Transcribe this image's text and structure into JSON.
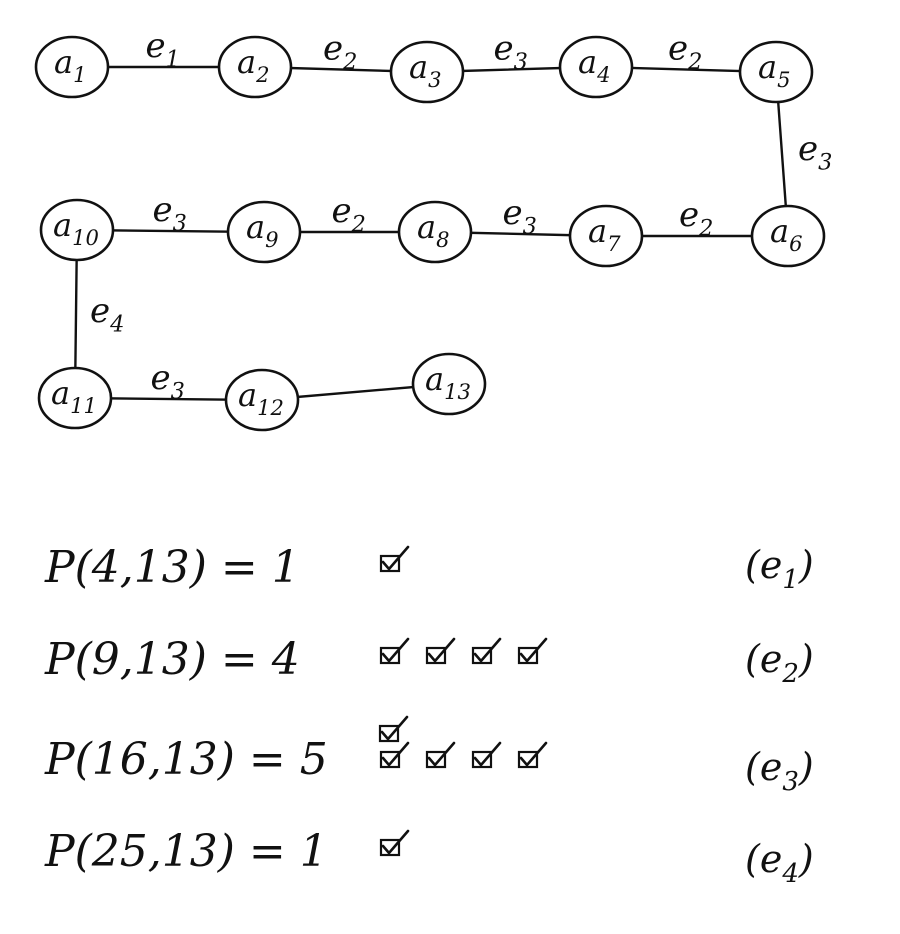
{
  "graph": {
    "nodes": [
      {
        "id": "a1",
        "base": "a",
        "sub": "1"
      },
      {
        "id": "a2",
        "base": "a",
        "sub": "2"
      },
      {
        "id": "a3",
        "base": "a",
        "sub": "3"
      },
      {
        "id": "a4",
        "base": "a",
        "sub": "4"
      },
      {
        "id": "a5",
        "base": "a",
        "sub": "5"
      },
      {
        "id": "a6",
        "base": "a",
        "sub": "6"
      },
      {
        "id": "a7",
        "base": "a",
        "sub": "7"
      },
      {
        "id": "a8",
        "base": "a",
        "sub": "8"
      },
      {
        "id": "a9",
        "base": "a",
        "sub": "9"
      },
      {
        "id": "a10",
        "base": "a",
        "sub": "10"
      },
      {
        "id": "a11",
        "base": "a",
        "sub": "11"
      },
      {
        "id": "a12",
        "base": "a",
        "sub": "12"
      },
      {
        "id": "a13",
        "base": "a",
        "sub": "13"
      }
    ],
    "edges": [
      {
        "from": "a1",
        "to": "a2",
        "base": "e",
        "sub": "1"
      },
      {
        "from": "a2",
        "to": "a3",
        "base": "e",
        "sub": "2"
      },
      {
        "from": "a3",
        "to": "a4",
        "base": "e",
        "sub": "3"
      },
      {
        "from": "a4",
        "to": "a5",
        "base": "e",
        "sub": "2"
      },
      {
        "from": "a5",
        "to": "a6",
        "base": "e",
        "sub": "3"
      },
      {
        "from": "a6",
        "to": "a7",
        "base": "e",
        "sub": "2"
      },
      {
        "from": "a7",
        "to": "a8",
        "base": "e",
        "sub": "3"
      },
      {
        "from": "a8",
        "to": "a9",
        "base": "e",
        "sub": "2"
      },
      {
        "from": "a9",
        "to": "a10",
        "base": "e",
        "sub": "3"
      },
      {
        "from": "a10",
        "to": "a11",
        "base": "e",
        "sub": "4"
      },
      {
        "from": "a11",
        "to": "a12",
        "base": "e",
        "sub": "3"
      },
      {
        "from": "a12",
        "to": "a13",
        "base": "",
        "sub": ""
      }
    ]
  },
  "equations": [
    {
      "lhs": "P(4,13) = 1",
      "checks": 1,
      "label_base": "e",
      "label_sub": "1"
    },
    {
      "lhs": "P(9,13) = 4",
      "checks": 4,
      "label_base": "e",
      "label_sub": "2"
    },
    {
      "lhs": "P(16,13) = 5",
      "checks": 5,
      "label_base": "e",
      "label_sub": "3"
    },
    {
      "lhs": "P(25,13) = 1",
      "checks": 1,
      "label_base": "e",
      "label_sub": "4"
    }
  ]
}
